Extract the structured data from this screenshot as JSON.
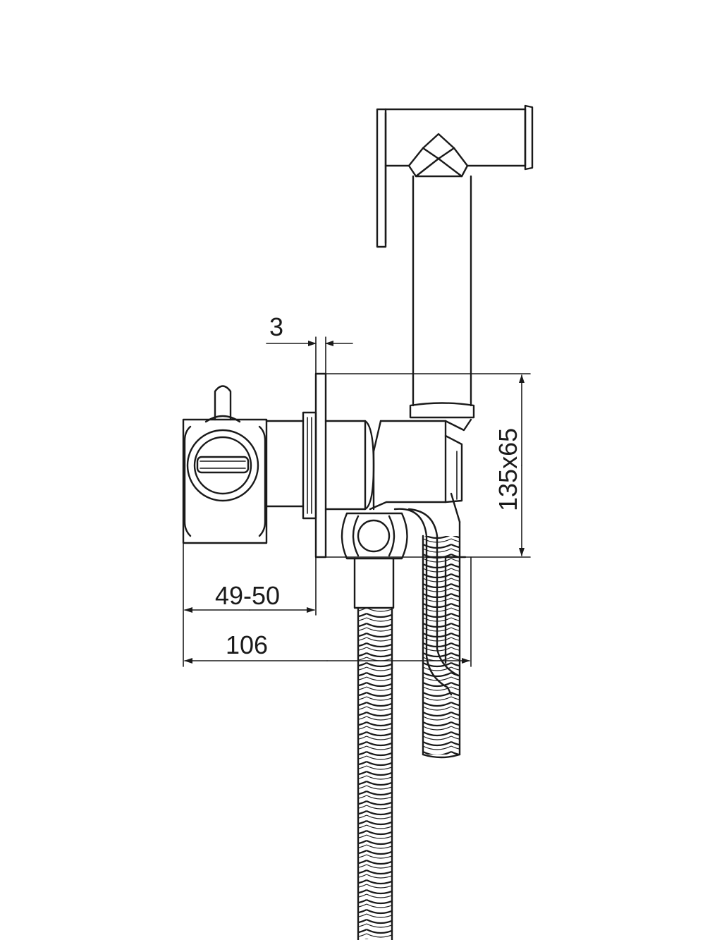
{
  "drawing": {
    "dimensions": {
      "thickness_label": "3",
      "height_label": "135x65",
      "depth_label": "49-50",
      "total_width_label": "106"
    },
    "colors": {
      "line": "#1a1a1a",
      "background": "#ffffff"
    }
  }
}
